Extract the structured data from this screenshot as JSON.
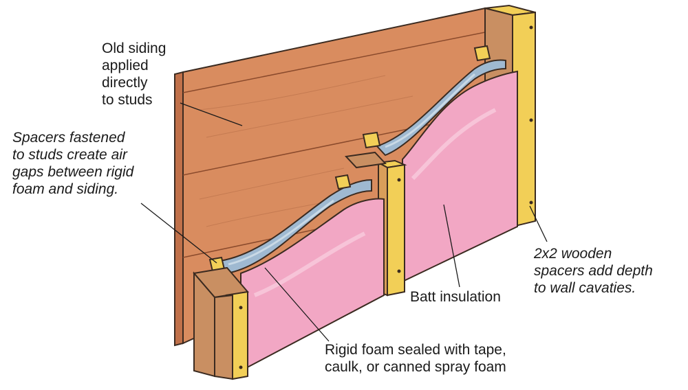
{
  "labels": {
    "old_siding": "Old siding\napplied\ndirectly\nto studs",
    "spacers": "Spacers fastened\nto studs create air\ngaps between rigid\nfoam and siding.",
    "batt": "Batt insulation",
    "wooden_spacers": "2x2 wooden\nspacers add depth\nto wall cavaties.",
    "rigid_foam": "Rigid foam sealed with tape,\ncaulk, or canned spray foam"
  },
  "colors": {
    "siding": "#d98c5f",
    "siding_dark": "#c0714a",
    "siding_line": "#8a4a2c",
    "stud": "#f2cf57",
    "stud_edge": "#caa43a",
    "foam": "#9fb9d1",
    "foam_light": "#c9d9e6",
    "batt": "#f2a7c4",
    "batt_light": "#f7c4d8",
    "outline": "#3a2a20"
  }
}
